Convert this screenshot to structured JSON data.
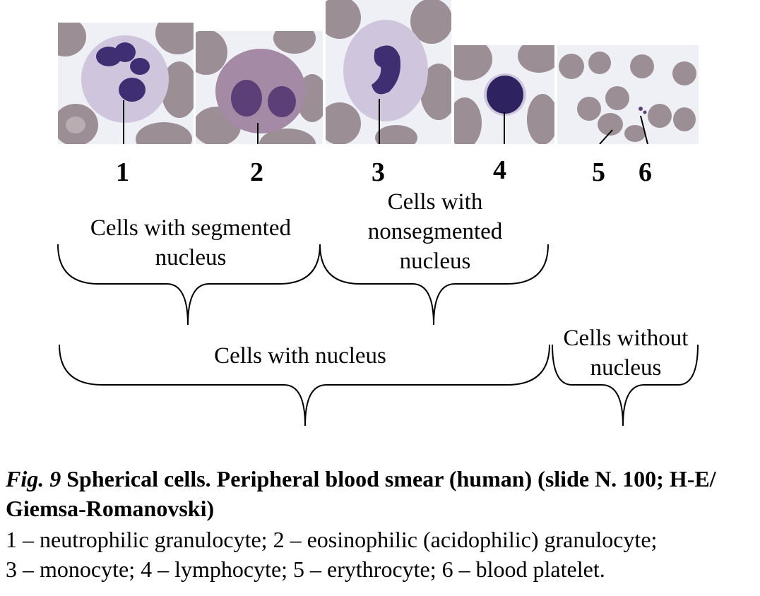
{
  "panels": [
    {
      "number": "1"
    },
    {
      "number": "2"
    },
    {
      "number": "3"
    },
    {
      "number": "4"
    },
    {
      "number": "5"
    },
    {
      "number": "6"
    }
  ],
  "groups": {
    "segmented": "Cells with segmented nucleus",
    "nonsegmented": "Cells with nonsegmented nucleus",
    "with_nucleus": "Cells with nucleus",
    "without_nucleus": "Cells without nucleus"
  },
  "caption": {
    "fig_label": "Fig. 9",
    "title": "Spherical cells. Peripheral blood smear (human) (slide N. 100; H-E/ Giemsa-Romanovski)",
    "legend_line1": "1 – neutrophilic granulocyte; 2 – eosinophilic (acidophilic) granulocyte;",
    "legend_line2": "3 – monocyte; 4 – lymphocyte; 5 – erythrocyte; 6 – blood platelet."
  },
  "colors": {
    "background": "#eef0f6",
    "erythrocyte": "#9b8e94",
    "erythrocyte_center": "#b8adb1",
    "nucleus": "#3f2f72",
    "cytoplasm": "#cfc6de",
    "eosinophil_granules": "#a58aa6"
  }
}
